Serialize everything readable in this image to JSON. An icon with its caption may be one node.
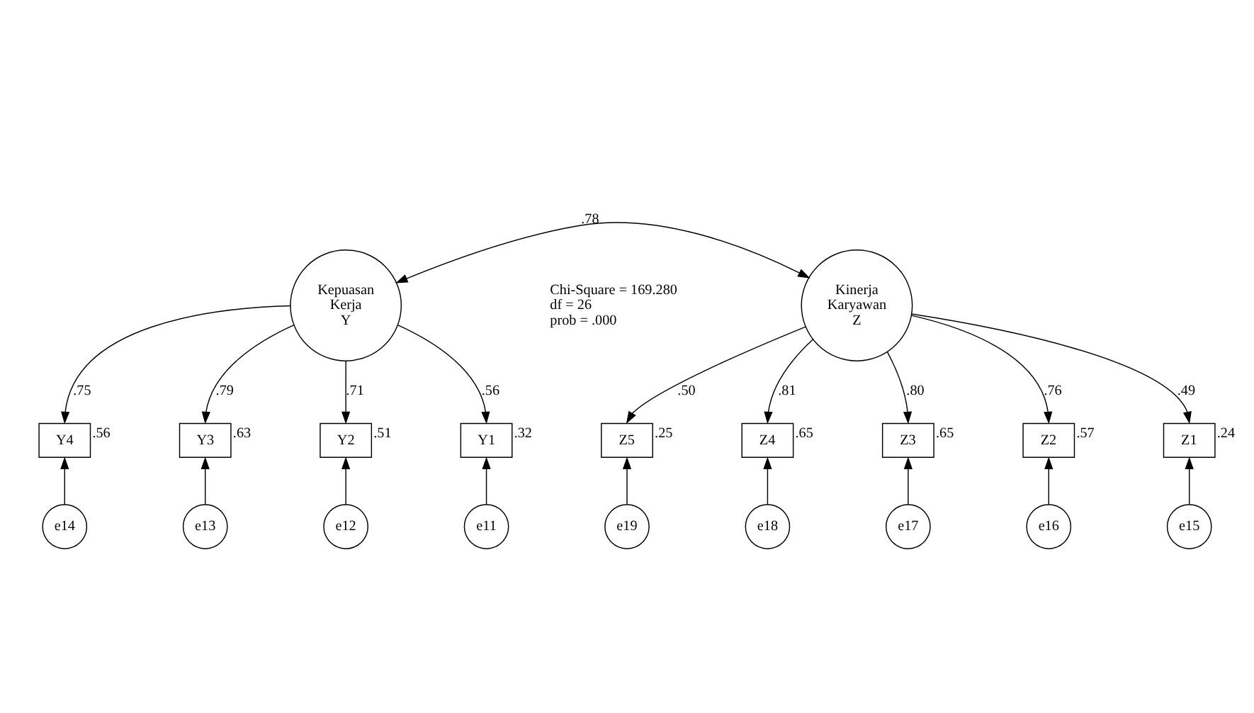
{
  "diagram": {
    "nodes": [
      {
        "text": [
          "Kepuasan Kerja Y"
        ]
      },
      {
        "text": [
          "Kinerja Karyawan Z"
        ]
      },
      {
        "text": [
          "Y4"
        ],
        "beside": [
          ".56"
        ]
      },
      {
        "text": [
          "Y3"
        ],
        "beside": [
          ".63"
        ]
      },
      {
        "text": [
          "Y2"
        ],
        "beside": [
          ".51"
        ]
      },
      {
        "text": [
          "Y1"
        ],
        "beside": [
          ".32"
        ]
      },
      {
        "text": [
          "Z5"
        ],
        "beside": [
          ".25"
        ]
      },
      {
        "text": [
          "Z4"
        ],
        "beside": [
          ".65"
        ]
      },
      {
        "text": [
          "Z3"
        ],
        "beside": [
          ".65"
        ]
      },
      {
        "text": [
          "Z2"
        ],
        "beside": [
          ".57"
        ]
      },
      {
        "text": [
          "Z1"
        ],
        "beside": [
          ".24"
        ]
      },
      {
        "text": [
          "e14"
        ]
      },
      {
        "text": [
          "e13"
        ]
      },
      {
        "text": [
          "e12"
        ]
      },
      {
        "text": [
          "e11"
        ]
      },
      {
        "text": [
          "e19"
        ]
      },
      {
        "text": [
          "e18"
        ]
      },
      {
        "text": [
          "e17"
        ]
      },
      {
        "text": [
          "e16"
        ]
      },
      {
        "text": [
          "e15"
        ]
      }
    ],
    "edges": [
      {
        "from": 0,
        "to": 1,
        "arrow": "both",
        "label": ".78"
      },
      {
        "from": 0,
        "to": 2,
        "arrow": "to",
        "label": ".75"
      },
      {
        "from": 0,
        "to": 3,
        "arrow": "to",
        "label": ".79"
      },
      {
        "from": 0,
        "to": 4,
        "arrow": "to",
        "label": ".71"
      },
      {
        "from": 0,
        "to": 5,
        "arrow": "to",
        "label": ".56"
      },
      {
        "from": 1,
        "to": 6,
        "arrow": "to",
        "label": ".50"
      },
      {
        "from": 1,
        "to": 7,
        "arrow": "to",
        "label": ".81"
      },
      {
        "from": 1,
        "to": 8,
        "arrow": "to",
        "label": ".80"
      },
      {
        "from": 1,
        "to": 9,
        "arrow": "to",
        "label": ".76"
      },
      {
        "from": 1,
        "to": 10,
        "arrow": "to",
        "label": ".49"
      },
      {
        "from": 11,
        "to": 2,
        "arrow": "to"
      },
      {
        "from": 12,
        "to": 3,
        "arrow": "to"
      },
      {
        "from": 13,
        "to": 4,
        "arrow": "to"
      },
      {
        "from": 14,
        "to": 5,
        "arrow": "to"
      },
      {
        "from": 15,
        "to": 6,
        "arrow": "to"
      },
      {
        "from": 16,
        "to": 7,
        "arrow": "to"
      },
      {
        "from": 17,
        "to": 8,
        "arrow": "to"
      },
      {
        "from": 18,
        "to": 9,
        "arrow": "to"
      },
      {
        "from": 19,
        "to": 10,
        "arrow": "to"
      }
    ],
    "labels": [
      "Chi-Square = 169.280",
      "df = 26",
      "prob = .000"
    ]
  }
}
